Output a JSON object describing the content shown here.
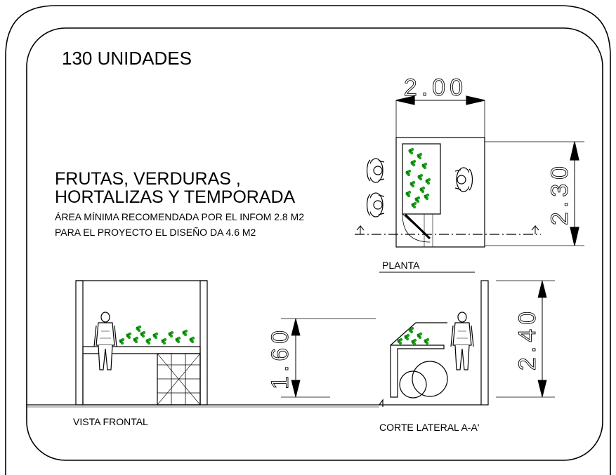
{
  "header": {
    "title": "130 UNIDADES"
  },
  "category": {
    "line1": "FRUTAS, VERDURAS ,",
    "line2": "HORTALIZAS Y TEMPORADA"
  },
  "notes": {
    "min_area": "ÁREA MÍNIMA RECOMENDADA POR EL INFOM 2.8 M2",
    "design_area": "PARA EL PROYECTO EL DISEÑO DA 4.6 M2"
  },
  "views": {
    "plan": "PLANTA",
    "front": "VISTA FRONTAL",
    "section": "CORTE LATERAL A-A'"
  },
  "dimensions": {
    "plan_width": "2.00",
    "plan_depth": "2.30",
    "counter_height": "1.60",
    "total_height": "2.40"
  },
  "colors": {
    "line": "#000000",
    "foliage": "#1aa31a",
    "background": "#ffffff"
  }
}
